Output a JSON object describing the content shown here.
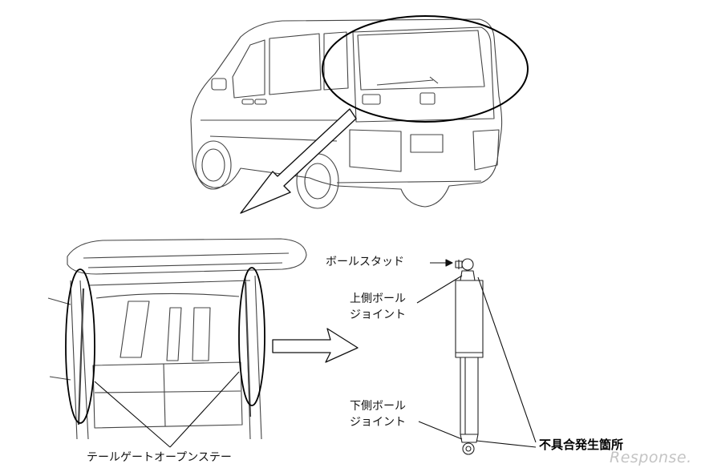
{
  "labels": {
    "ball_stud": "ボールスタッド",
    "upper_joint_line1": "上側ボール",
    "upper_joint_line2": "ジョイント",
    "lower_joint_line1": "下側ボール",
    "lower_joint_line2": "ジョイント",
    "defect_location": "不具合発生箇所",
    "tailgate_stay": "テールゲートオープンステー"
  },
  "watermark": {
    "text": "Response."
  },
  "colors": {
    "line": "#222222",
    "watermark": "#c4c4c4"
  }
}
